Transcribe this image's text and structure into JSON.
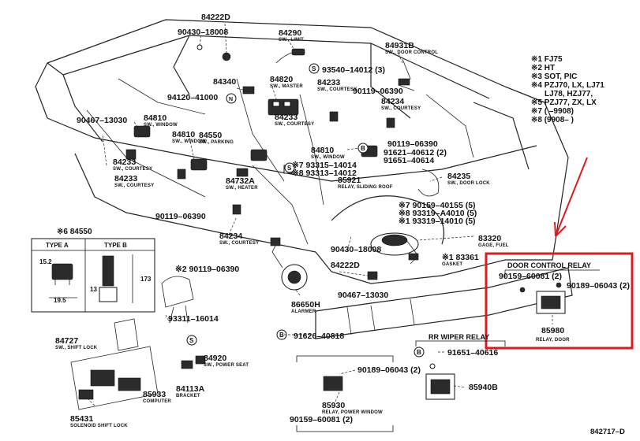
{
  "diagram": {
    "footer_code": "842717–D",
    "type_box": {
      "title": "※6 84550",
      "type_a": "TYPE A",
      "type_b": "TYPE B",
      "dims": [
        "15.2",
        "19.5",
        "13",
        "173"
      ]
    },
    "legend": [
      "※1 FJ75",
      "※2 HT",
      "※3 SOT, PIC",
      "※4 PZJ70, LX, LJ71",
      "LJ78, HZJ77,",
      "※5 PZJ77, ZX, LX",
      "※7 (      –9908)",
      "※8 (9908–      )"
    ],
    "door_control_box": {
      "title": "DOOR CONTROL RELAY",
      "part1": "90159–60081 (2)",
      "part2": "90189–06043 (2)",
      "main_num": "85980",
      "main_sub": "RELAY, DOOR",
      "highlight_color": "#e0191e"
    },
    "rr_wiper_box": {
      "title": "RR WIPER RELAY",
      "part1": "91651–40616",
      "main_num": "85940B"
    },
    "labels": [
      {
        "id": "84222D_top",
        "num": "84222D",
        "sub": ""
      },
      {
        "id": "90430-18008_top",
        "num": "90430–18008",
        "sub": ""
      },
      {
        "id": "84290",
        "num": "84290",
        "sub": "SW., LIMIT"
      },
      {
        "id": "84931B",
        "num": "84931B",
        "sub": "SW., DOOR CONTROL"
      },
      {
        "id": "84820",
        "num": "84820",
        "sub": "SW., MASTER"
      },
      {
        "id": "93540",
        "num": "93540–14012 (3)",
        "sub": ""
      },
      {
        "id": "84233_a",
        "num": "84233",
        "sub": "SW., COURTESY"
      },
      {
        "id": "84340",
        "num": "84340",
        "sub": ""
      },
      {
        "id": "94120",
        "num": "94120–41000",
        "sub": ""
      },
      {
        "id": "90119_a",
        "num": "90119–06390",
        "sub": ""
      },
      {
        "id": "84234_a",
        "num": "84234",
        "sub": "SW., COURTESY"
      },
      {
        "id": "90467_a",
        "num": "90467–13030",
        "sub": ""
      },
      {
        "id": "84810_a",
        "num": "84810",
        "sub": "SW., WINDOW"
      },
      {
        "id": "84233_b",
        "num": "84233",
        "sub": "SW., COURTESY"
      },
      {
        "id": "84550",
        "num": "84550",
        "sub": "SW., PARKING"
      },
      {
        "id": "84810_b",
        "num": "84810",
        "sub": "SW., WINDOW"
      },
      {
        "id": "90119_b",
        "num": "90119–06390",
        "sub": ""
      },
      {
        "id": "91621",
        "num": "91621–40612 (2)",
        "sub": ""
      },
      {
        "id": "91651_a",
        "num": "91651–40614",
        "sub": ""
      },
      {
        "id": "84810_c",
        "num": "84810",
        "sub": "SW., WINDOW"
      },
      {
        "id": "84233_c",
        "num": "84233",
        "sub": "SW., COURTESY"
      },
      {
        "id": "84233_d",
        "num": "84233",
        "sub": "SW., COURTESY"
      },
      {
        "id": "84732A",
        "num": "84732A",
        "sub": "SW., HEATER"
      },
      {
        "id": "79315",
        "num": "※7 93315–14014",
        "sub": ""
      },
      {
        "id": "89313",
        "num": "※8 93313–14012",
        "sub": ""
      },
      {
        "id": "85921",
        "num": "85921",
        "sub": "RELAY, SLIDING ROOF"
      },
      {
        "id": "84235",
        "num": "84235",
        "sub": "SW., DOOR LOCK"
      },
      {
        "id": "90119_c",
        "num": "90119–06390",
        "sub": ""
      },
      {
        "id": "90159_40155",
        "num": "※7 90159–40155 (5)",
        "sub": ""
      },
      {
        "id": "93319_a",
        "num": "※8 93319–A4010 (5)",
        "sub": ""
      },
      {
        "id": "93319_b",
        "num": "※1 93319–14010 (5)",
        "sub": ""
      },
      {
        "id": "84234_b",
        "num": "84234",
        "sub": "SW., COURTESY"
      },
      {
        "id": "83320",
        "num": "83320",
        "sub": "GAGE, FUEL"
      },
      {
        "id": "90430_b",
        "num": "90430–18008",
        "sub": ""
      },
      {
        "id": "83361",
        "num": "※1 83361",
        "sub": "GASKET"
      },
      {
        "id": "90119_d",
        "num": "※2 90119–06390",
        "sub": ""
      },
      {
        "id": "84222D_b",
        "num": "84222D",
        "sub": ""
      },
      {
        "id": "90467_b",
        "num": "90467–13030",
        "sub": ""
      },
      {
        "id": "86650H",
        "num": "86650H",
        "sub": "ALARMER"
      },
      {
        "id": "93311",
        "num": "93311–16014",
        "sub": ""
      },
      {
        "id": "91626",
        "num": "91626–40818",
        "sub": ""
      },
      {
        "id": "84727",
        "num": "84727",
        "sub": "SW., SHIFT LOCK"
      },
      {
        "id": "84920",
        "num": "84920",
        "sub": "SW., POWER SEAT"
      },
      {
        "id": "84113A",
        "num": "84113A",
        "sub": "BRACKET"
      },
      {
        "id": "85933",
        "num": "85933",
        "sub": "COMPUTER"
      },
      {
        "id": "85431",
        "num": "85431",
        "sub": "SOLENOID SHIFT LOCK"
      },
      {
        "id": "90189_b",
        "num": "90189–06043 (2)",
        "sub": ""
      },
      {
        "id": "85930",
        "num": "85930",
        "sub": "RELAY, POWER WINDOW"
      },
      {
        "id": "90159_b",
        "num": "90159–60081 (2)",
        "sub": ""
      }
    ]
  }
}
